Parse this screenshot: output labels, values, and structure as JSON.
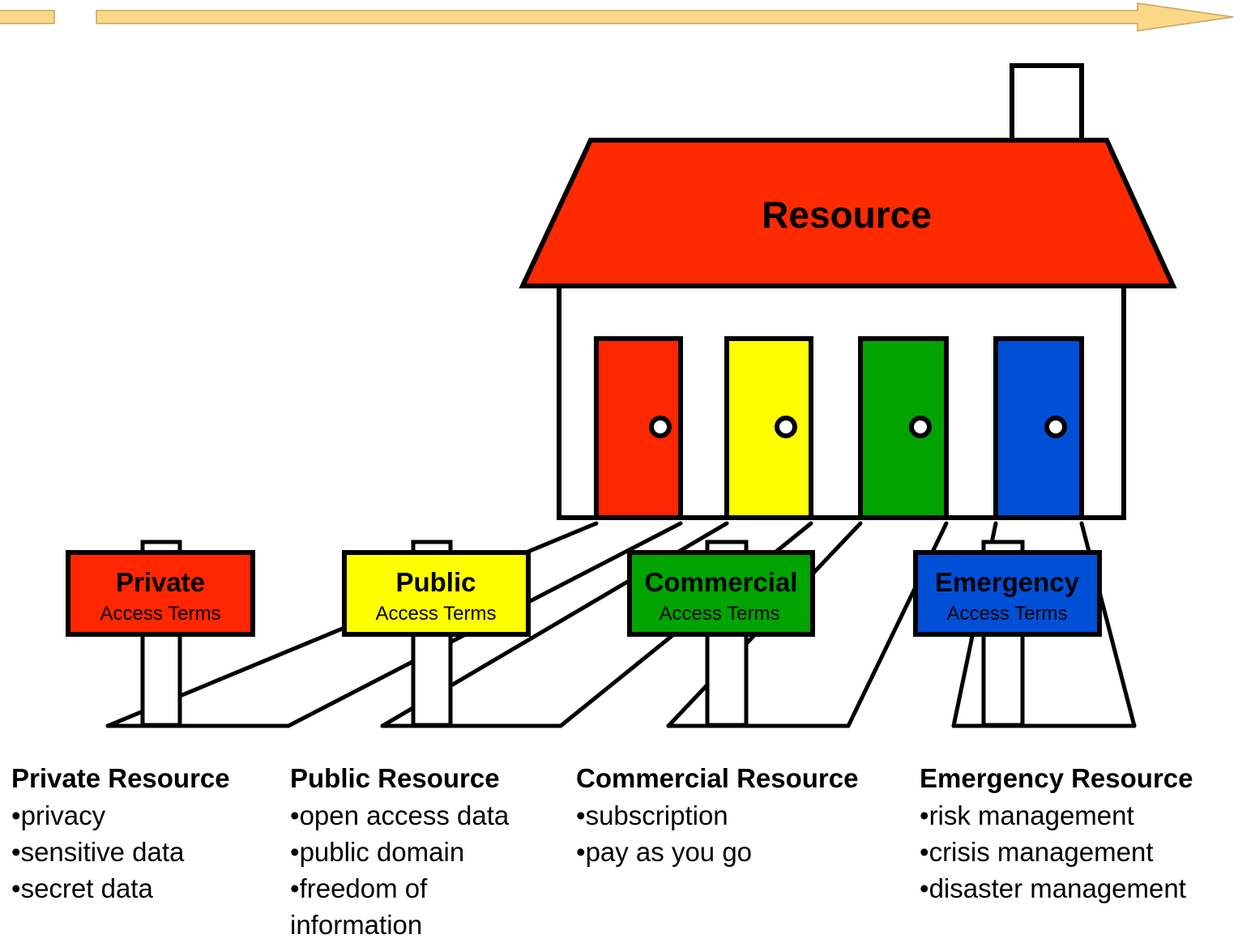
{
  "colors": {
    "private": "#ff2600",
    "public": "#ffff00",
    "commercial": "#00a300",
    "emergency": "#0050d7",
    "roof": "#ff2a00",
    "arrow": "#fbd788",
    "arrow_border": "#c7a557"
  },
  "house": {
    "title": "Resource"
  },
  "signs": [
    {
      "key": "private",
      "title": "Private",
      "subtitle": "Access Terms"
    },
    {
      "key": "public",
      "title": "Public",
      "subtitle": "Access Terms"
    },
    {
      "key": "commercial",
      "title": "Commercial",
      "subtitle": "Access Terms"
    },
    {
      "key": "emergency",
      "title": "Emergency",
      "subtitle": "Access Terms"
    }
  ],
  "columns": [
    {
      "title": "Private Resource",
      "items": [
        "privacy",
        "sensitive data",
        "secret data"
      ]
    },
    {
      "title": "Public Resource",
      "items": [
        "open access data",
        "public domain",
        "freedom of information"
      ]
    },
    {
      "title": "Commercial Resource",
      "items": [
        "subscription",
        "pay as you go"
      ]
    },
    {
      "title": "Emergency Resource",
      "items": [
        "risk management",
        "crisis management",
        "disaster management"
      ]
    }
  ]
}
